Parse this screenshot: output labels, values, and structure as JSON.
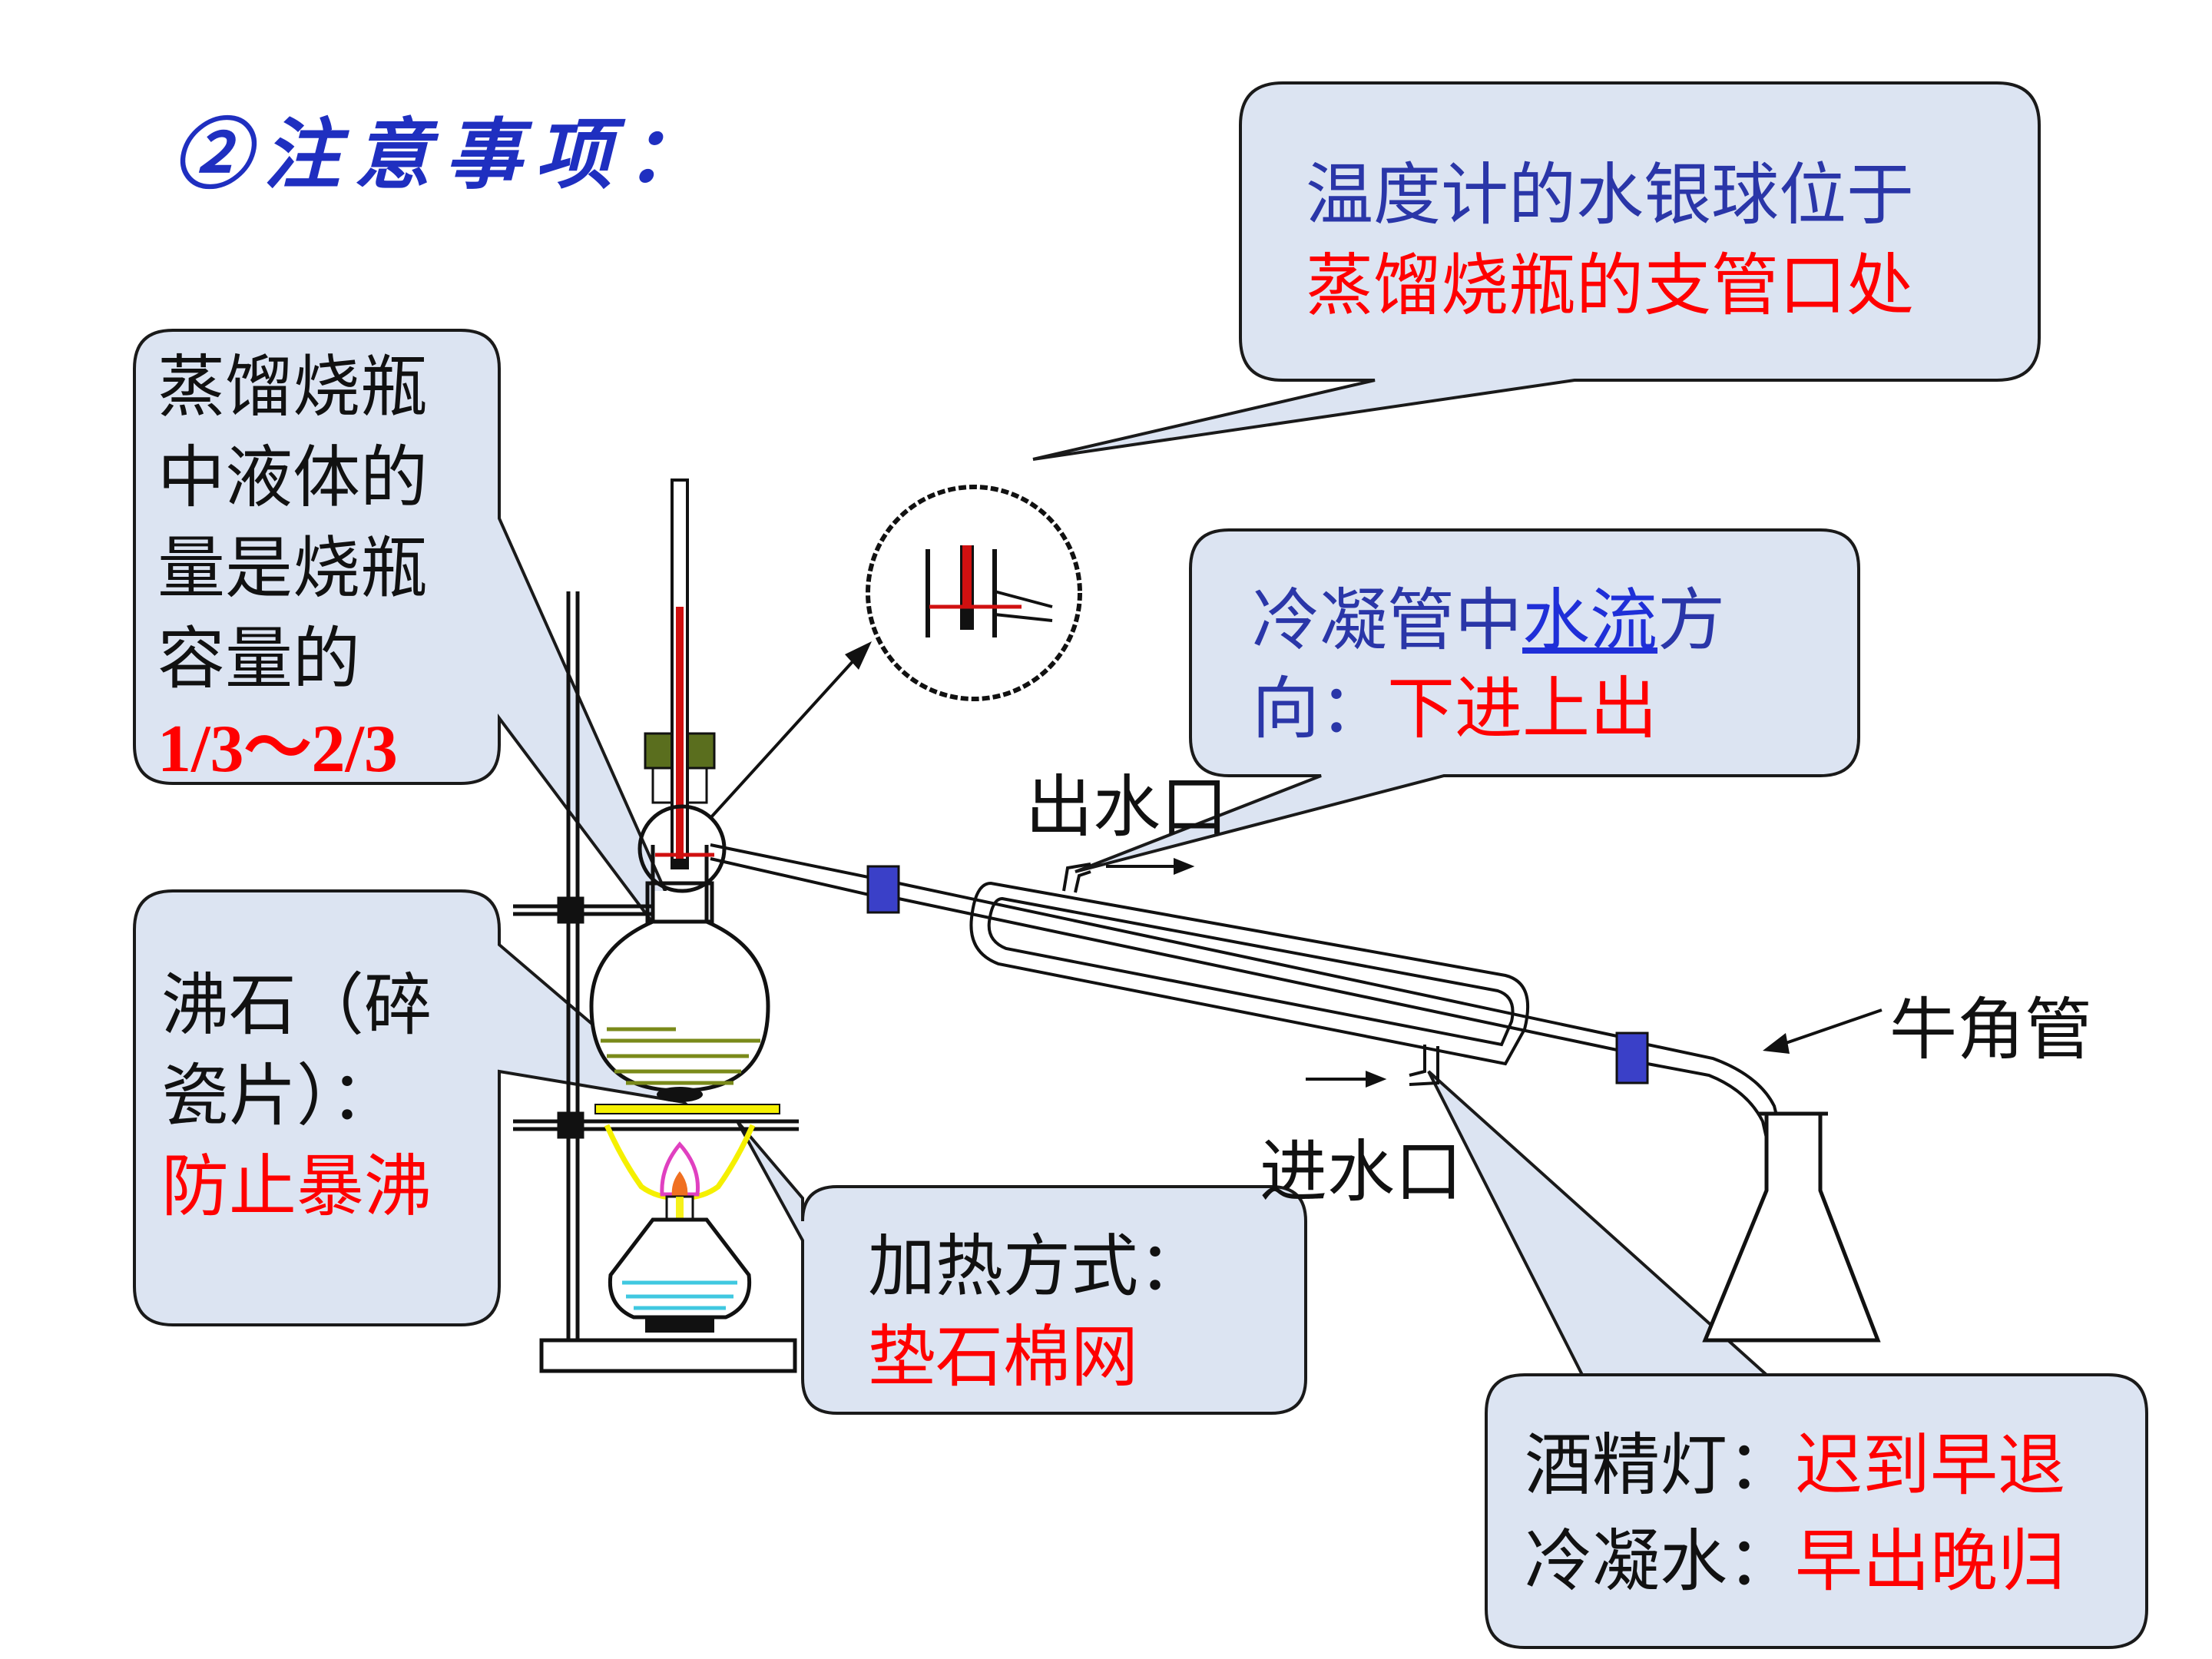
{
  "title": "②注意事项：",
  "callouts": {
    "thermometer": {
      "line1": "温度计的水银球位于",
      "line2": "蒸馏烧瓶的支管口处"
    },
    "liquid": {
      "lines": [
        "蒸馏烧瓶",
        "中液体的",
        "量是烧瓶",
        "容量的"
      ],
      "fraction": "1/3～2/3"
    },
    "water_flow": {
      "part1": "冷凝管中",
      "part2": "水流",
      "part3": "方",
      "part4": "向：",
      "part5": "下进上出"
    },
    "boiling_stone": {
      "line1": "沸石（碎",
      "line2": "瓷片）：",
      "line3": "防止暴沸"
    },
    "heating": {
      "line1": "加热方式：",
      "line2": "垫石棉网"
    },
    "order": {
      "line1_label": "酒精灯：",
      "line1_value": "迟到早退",
      "line2_label": "冷凝水：",
      "line2_value": "早出晚归"
    }
  },
  "labels": {
    "water_out": "出水口",
    "water_in": "进水口",
    "adapter": "牛角管"
  },
  "colors": {
    "callout_fill": "#dce4f2",
    "callout_stroke": "#1a1a1a",
    "title": "#1f2fc0",
    "accent_red": "#ff0000",
    "text_blue": "#2a36a8",
    "liquid_green": "#7a8a1a",
    "stopper_green": "#5a6e1e",
    "flame_yellow": "#f5f000",
    "flame_pink": "#e040c0",
    "lamp_cyan": "#40c8e0"
  }
}
